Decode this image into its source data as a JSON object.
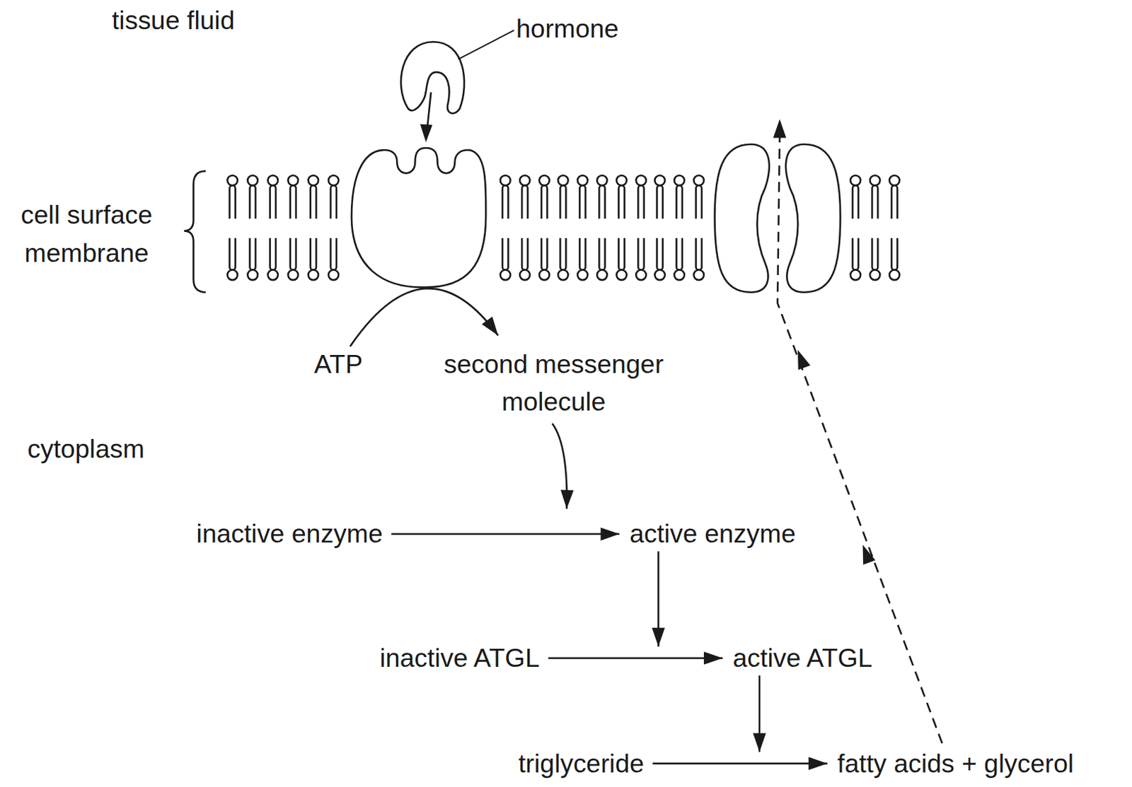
{
  "diagram": {
    "nodes": [
      {
        "text": [
          "ATP"
        ]
      },
      {
        "text": [
          "second messenger molecule"
        ]
      },
      {
        "text": [
          "inactive enzyme"
        ]
      },
      {
        "text": [
          "active enzyme"
        ]
      },
      {
        "text": [
          "inactive ATGL"
        ]
      },
      {
        "text": [
          "active ATGL"
        ]
      },
      {
        "text": [
          "triglyceride"
        ]
      },
      {
        "text": [
          "fatty acids + glycerol"
        ]
      }
    ],
    "edges": [
      {
        "from": 0,
        "to": 1,
        "arrow": "to"
      },
      {
        "from": 1,
        "to": 3,
        "arrow": "to"
      },
      {
        "from": 2,
        "to": 3,
        "arrow": "to"
      },
      {
        "from": 3,
        "to": 5,
        "arrow": "to"
      },
      {
        "from": 4,
        "to": 5,
        "arrow": "to"
      },
      {
        "from": 5,
        "to": 7,
        "arrow": "to"
      },
      {
        "from": 6,
        "to": 7,
        "arrow": "to"
      }
    ],
    "labels": [
      "tissue fluid",
      "hormone",
      "cell surface membrane",
      "cytoplasm"
    ]
  }
}
